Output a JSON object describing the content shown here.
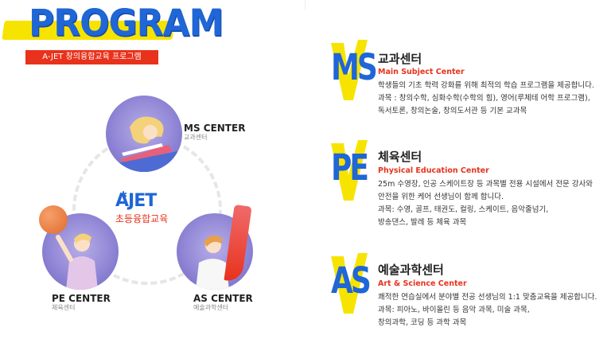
{
  "header": {
    "title": "PROGRAM",
    "subtitle": "A-JET 창의융합교육 프로그램"
  },
  "diagram": {
    "center_logo": "AJET",
    "center_sub": "초등융합교육",
    "ms": {
      "name": "MS CENTER",
      "sub": "교과센터"
    },
    "pe": {
      "name": "PE CENTER",
      "sub": "체육센터"
    },
    "as": {
      "name": "AS CENTER",
      "sub": "예술과학센터"
    }
  },
  "sections": {
    "ms": {
      "badge": "MS",
      "title": "교과센터",
      "en": "Main Subject Center",
      "line1": "학생들의 기초 학력 강화를 위해 최적의 학습 프로그램을 제공합니다.",
      "line2": "과목 : 창의수학, 심화수학(수학의 힘), 영어(루체테 어학 프로그램),",
      "line3": "독서토론, 창의논술, 창의도서관 등 기본 교과목"
    },
    "pe": {
      "badge": "PE",
      "title": "체육센터",
      "en": "Physical Education Center",
      "line1": "25m 수영장, 인공 스케이트장 등 과목별 전용 시설에서 전문 강사와",
      "line2": "안전을 위한 케어 선생님이 함께 합니다.",
      "line3": "과목: 수영, 골프, 태권도, 컬링, 스케이트, 음악줄넘기,",
      "line4": "방송댄스, 발레 등 체육 과목"
    },
    "as": {
      "badge": "AS",
      "title": "예술과학센터",
      "en": "Art & Science Center",
      "line1": "쾌적한 연습실에서 분야별 전공 선생님의 1:1 맞춤교육을 제공합니다.",
      "line2": "과목: 피아노, 바이올린 등 음악 과목, 미술 과목,",
      "line3": "창의과학, 코딩 등 과학 과목"
    }
  },
  "colors": {
    "brand_blue": "#1f66d6",
    "accent_red": "#e8321c",
    "highlight_yellow": "#f6e400"
  }
}
